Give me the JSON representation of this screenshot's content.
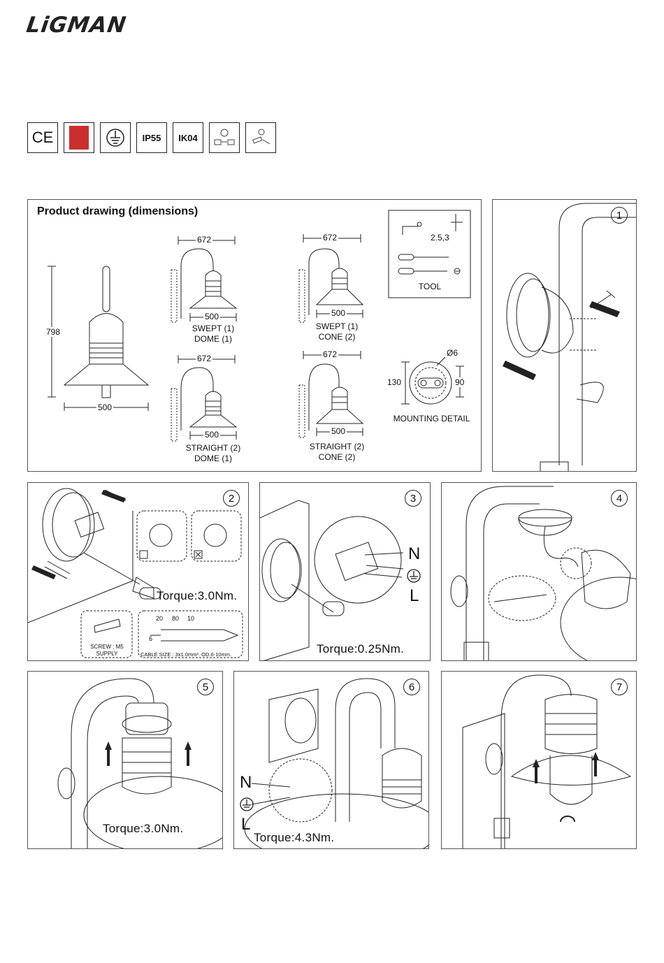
{
  "brand": {
    "name": "LiGMAN"
  },
  "certifications": [
    {
      "icon": "ce-mark-icon",
      "label": "CE"
    },
    {
      "icon": "safety-seal-icon",
      "label": ""
    },
    {
      "icon": "earth-ground-icon",
      "label": ""
    },
    {
      "icon": "ip-rating-icon",
      "label": "IP55"
    },
    {
      "icon": "ik-rating-icon",
      "label": "IK04"
    },
    {
      "icon": "voltage-diagram-icon",
      "label": ""
    },
    {
      "icon": "wiring-diagram-icon",
      "label": ""
    }
  ],
  "drawing": {
    "title": "Product drawing (dimensions)",
    "main_height": "798",
    "main_width": "500",
    "arm_width": "672",
    "shade_width": "500",
    "variants": [
      {
        "line1": "SWEPT (1)",
        "line2": "DOME (1)"
      },
      {
        "line1": "SWEPT (1)",
        "line2": "CONE (2)"
      },
      {
        "line1": "STRAIGHT (2)",
        "line2": "DOME (1)"
      },
      {
        "line1": "STRAIGHT (2)",
        "line2": "CONE (2)"
      }
    ],
    "tool": {
      "label": "TOOL",
      "size": "2.5,3"
    },
    "mounting": {
      "label": "MOUNTING DETAIL",
      "diameter": "Ø6",
      "height": "130",
      "width": "90"
    }
  },
  "steps": [
    {
      "number": "1"
    },
    {
      "number": "2",
      "torque": "Torque:3.0Nm.",
      "screw_label": "SCREW : M5",
      "screw_label2": "SUPPLY",
      "cable_dims": [
        "20",
        "80",
        "10",
        "6"
      ],
      "cable_size": "CABLE SIZE : 3x1.0mm². OD.6-10mm."
    },
    {
      "number": "3",
      "torque": "Torque:0.25Nm.",
      "wires": [
        "N",
        "L"
      ]
    },
    {
      "number": "4"
    },
    {
      "number": "5",
      "torque": "Torque:3.0Nm."
    },
    {
      "number": "6",
      "torque": "Torque:4.3Nm.",
      "wires": [
        "N",
        "L"
      ]
    },
    {
      "number": "7"
    }
  ]
}
